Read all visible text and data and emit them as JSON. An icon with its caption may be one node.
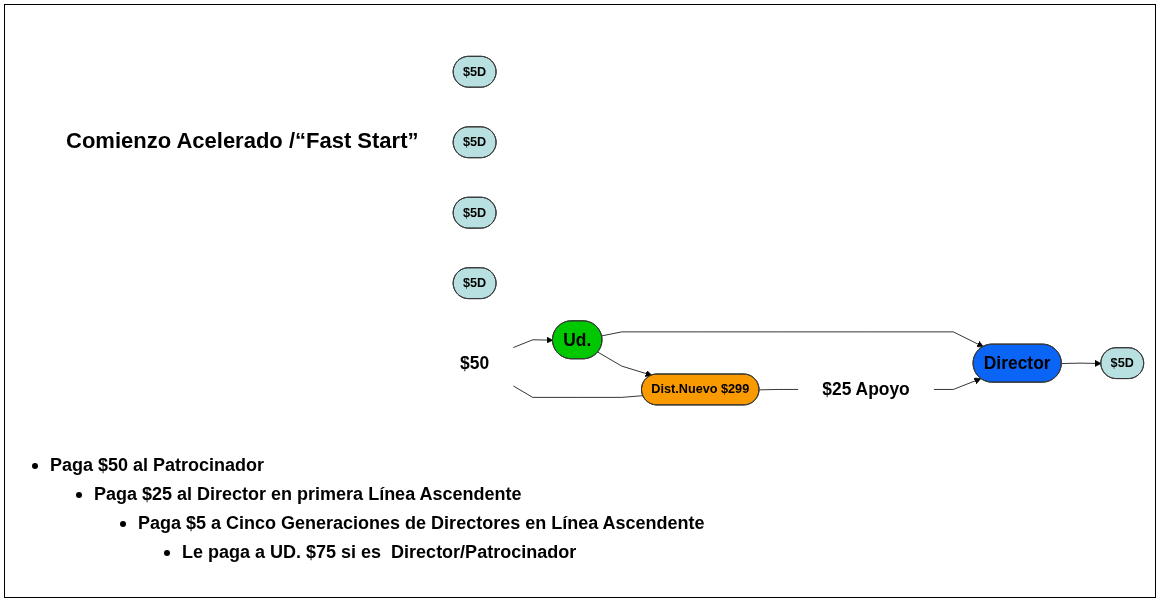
{
  "diagram": {
    "title": "Comienzo Acelerado /“Fast Start”",
    "nodes": [
      {
        "text": [
          "$5D"
        ]
      },
      {
        "text": [
          "$5D"
        ]
      },
      {
        "text": [
          "$5D"
        ]
      },
      {
        "text": [
          "$5D"
        ]
      },
      {
        "text": [
          "$5D"
        ]
      },
      {
        "text": [
          "Director"
        ]
      },
      {
        "text": [
          "$50"
        ]
      },
      {
        "text": [
          "Ud."
        ]
      },
      {
        "text": [
          "Dist.Nuevo $299"
        ]
      },
      {
        "text": [
          "$25 Apoyo"
        ]
      }
    ],
    "edges": [
      {
        "from": 5,
        "to": 4,
        "arrow": "to"
      },
      {
        "from": 7,
        "to": 5,
        "arrow": "to"
      },
      {
        "from": 6,
        "to": 7,
        "arrow": "to"
      },
      {
        "from": 8,
        "to": 6,
        "arrow": "none"
      },
      {
        "from": 7,
        "to": 8,
        "arrow": "to"
      },
      {
        "from": 8,
        "to": 9,
        "arrow": "none"
      },
      {
        "from": 9,
        "to": 5,
        "arrow": "to"
      }
    ],
    "labels": [
      "Paga $50 al Patrocinador",
      "Paga $25 al Director en primera Línea Ascendente",
      "Paga $5 a Cinco Generaciones de Directores en Línea Ascendente",
      "Le paga a UD. $75 si es  Director/Patrocinador"
    ]
  }
}
